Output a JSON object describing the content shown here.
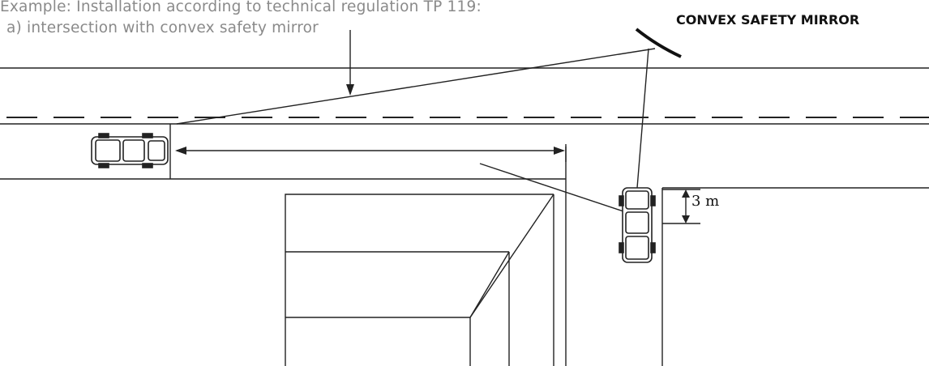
{
  "title_line1": "Example: Installation according to technical regulation TP 119:",
  "title_line2": "a)  intersection with convex safety mirror",
  "mirror_label": "CONVEX SAFETY MIRROR",
  "dimension_label": "3 m"
}
